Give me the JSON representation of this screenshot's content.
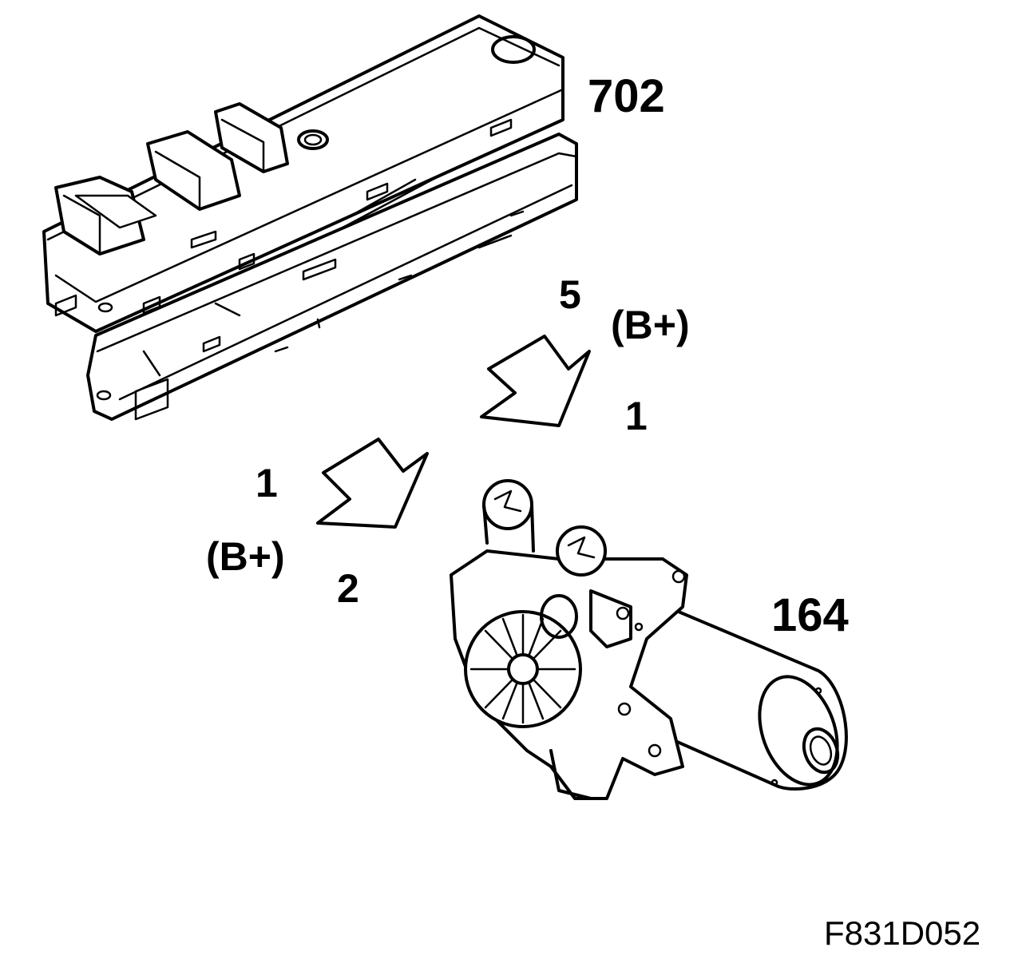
{
  "labels": {
    "part_switch": "702",
    "part_motor": "164",
    "figure_code": "F831D052"
  },
  "connector_switch": {
    "pin_top": "5",
    "pin_top_signal": "(B+)",
    "pin_bottom": "1"
  },
  "connector_motor": {
    "pin_top": "1",
    "pin_bottom_signal": "(B+)",
    "pin_bottom": "2"
  },
  "colors": {
    "ink": "#000000",
    "paper": "#ffffff"
  }
}
